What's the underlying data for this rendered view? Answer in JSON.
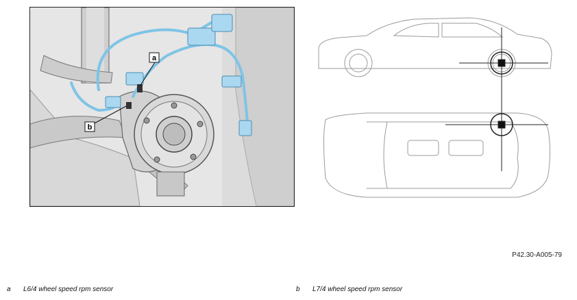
{
  "figure": {
    "reference_code": "P42.30-A005-79",
    "callouts": [
      {
        "letter": "a",
        "label": "L6/4 wheel speed rpm sensor"
      },
      {
        "letter": "b",
        "label": "L7/4 wheel speed rpm sensor"
      }
    ]
  }
}
